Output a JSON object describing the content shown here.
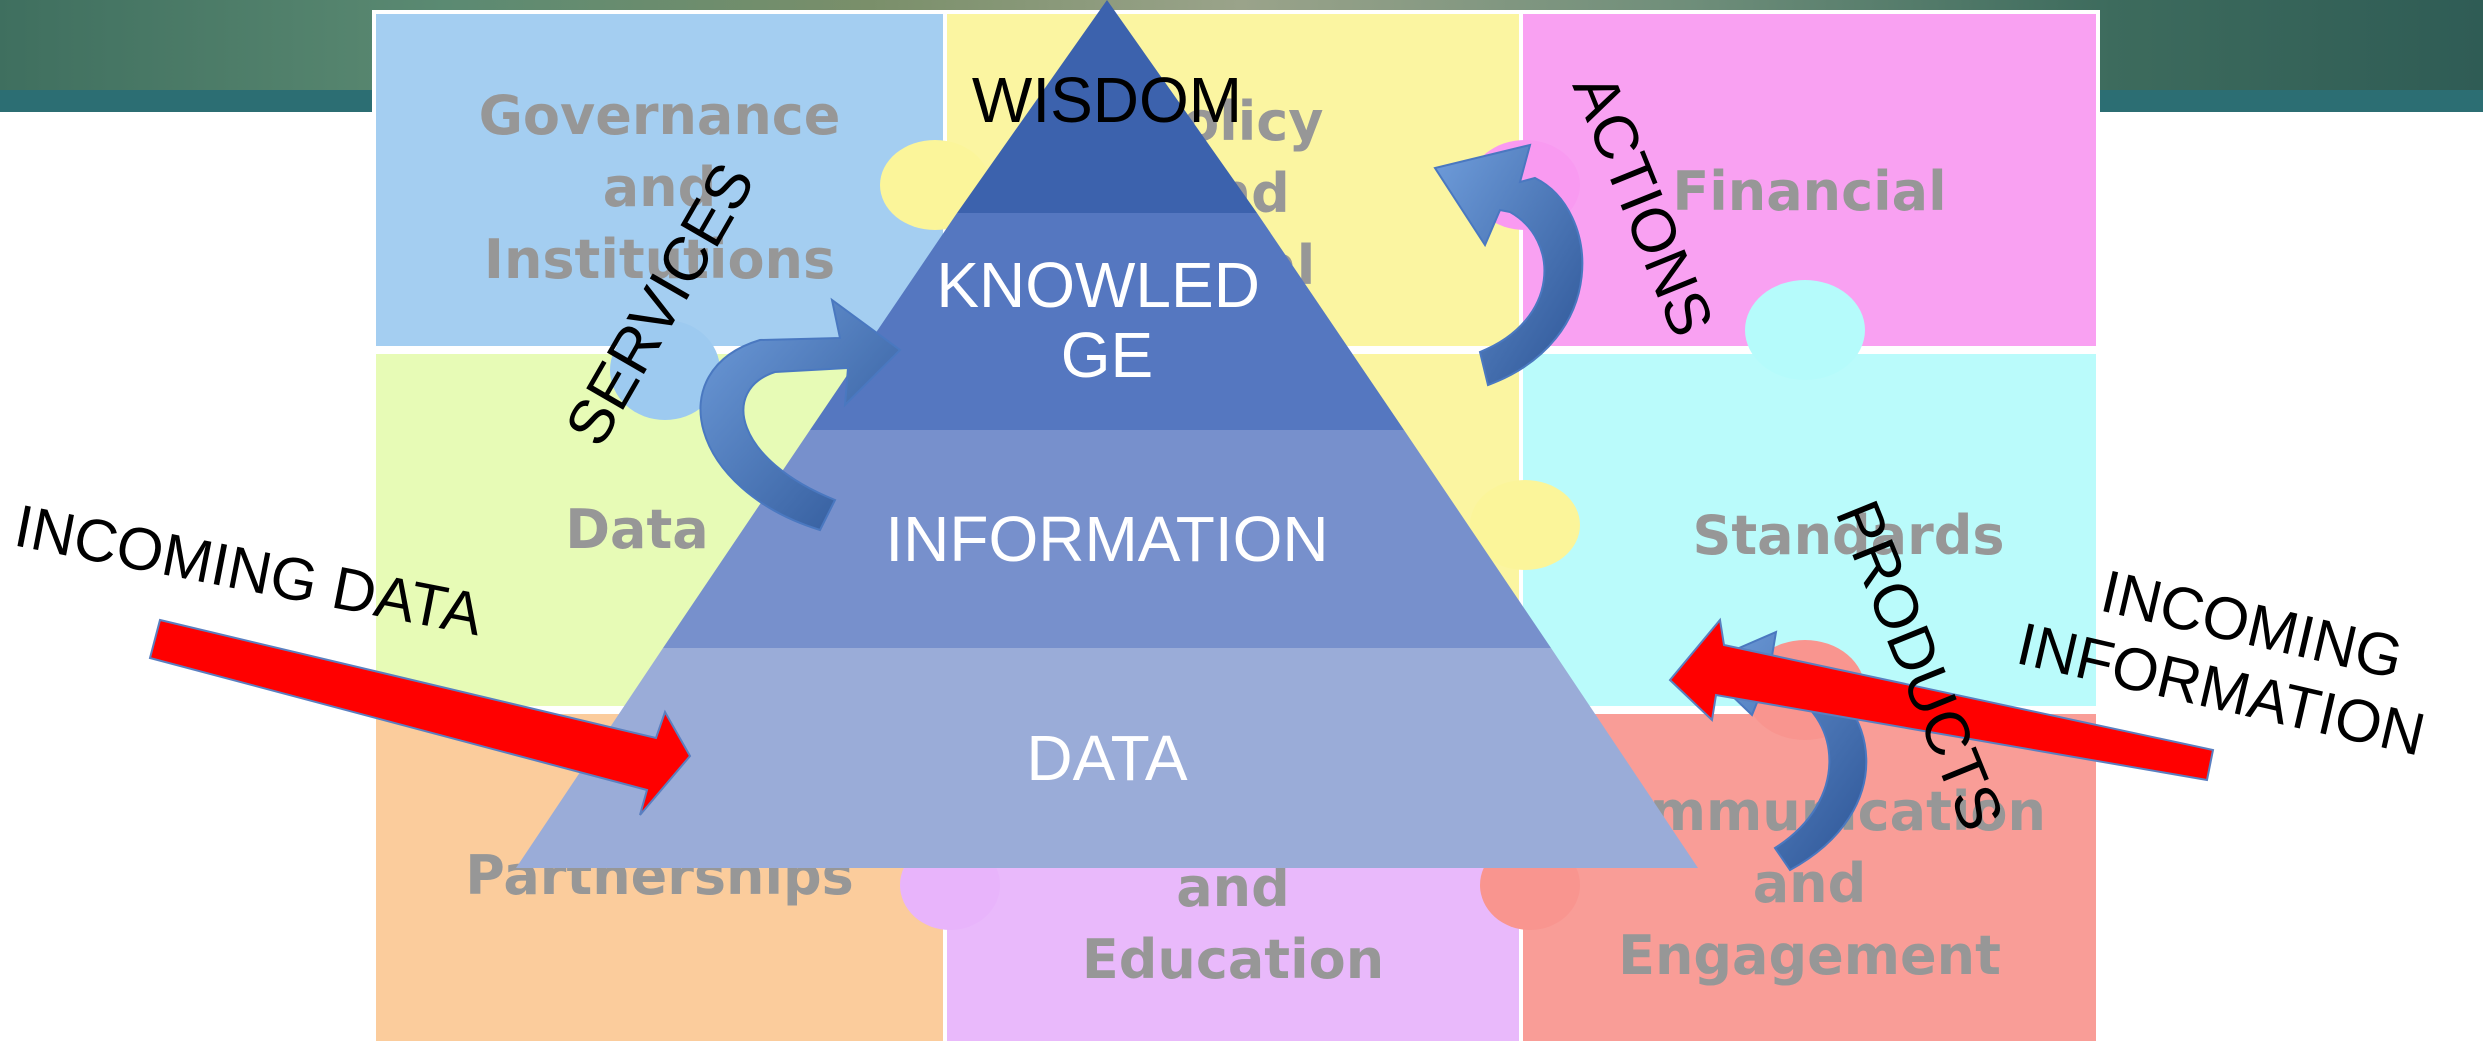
{
  "colors": {
    "governance": "#9dcaf0",
    "policy": "#fbf59a",
    "financial": "#f99af1",
    "data_tile": "#e6fbb0",
    "standards": "#b5fbfb",
    "partnerships": "#fbc894",
    "capacity": "#e8b4fb",
    "communication": "#f9958f",
    "pyramid_wisdom": "#3c62ad",
    "pyramid_knowledge": "#5577c0",
    "pyramid_information": "#7790cc",
    "pyramid_data": "#9aacd8",
    "arrow_red": "#ff0000",
    "arrow_blue": "#4a78c0"
  },
  "puzzle": {
    "governance": "Governance\nand\nInstitutions",
    "policy": "Policy\nand\nLegal",
    "financial": "Financial",
    "data": "Data",
    "standards": "Standards",
    "partnerships": "Partnerships",
    "capacity": "and\nEducation",
    "communication": "Communication\nand\nEngagement"
  },
  "pyramid": {
    "wisdom": "WISDOM",
    "knowledge": "KNOWLED\nGE",
    "information": "INFORMATION",
    "data": "DATA"
  },
  "flows": {
    "services": "SERVICES",
    "actions": "ACTIONS",
    "products": "PRODUCTS",
    "incoming_data": "INCOMING DATA",
    "incoming_information": "INCOMING\nINFORMATION"
  }
}
